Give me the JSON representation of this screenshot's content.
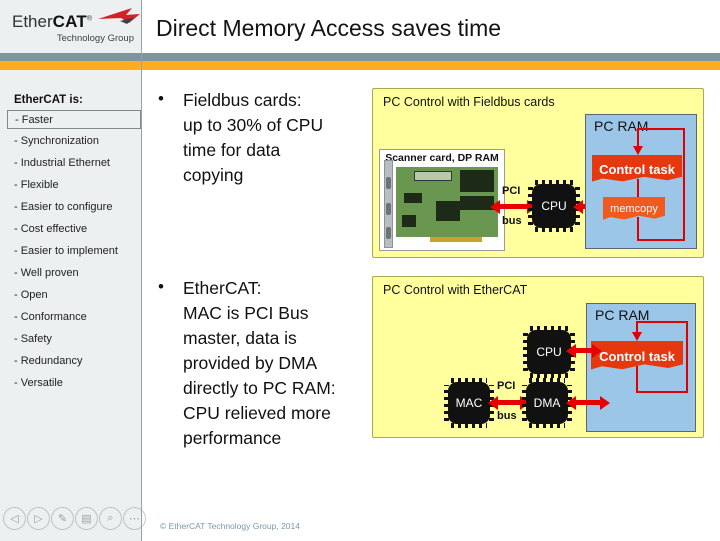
{
  "header": {
    "logo": {
      "brand_prefix": "Ether",
      "brand_suffix": "CAT",
      "registered": "®",
      "tagline": "Technology Group"
    },
    "title": "Direct Memory Access saves time"
  },
  "sidebar": {
    "heading": "EtherCAT is:",
    "items": [
      {
        "label": "- Faster",
        "active": true
      },
      {
        "label": "- Synchronization",
        "active": false
      },
      {
        "label": "- Industrial Ethernet",
        "active": false
      },
      {
        "label": "- Flexible",
        "active": false
      },
      {
        "label": "- Easier to configure",
        "active": false
      },
      {
        "label": "- Cost effective",
        "active": false
      },
      {
        "label": "- Easier to implement",
        "active": false
      },
      {
        "label": "- Well proven",
        "active": false
      },
      {
        "label": "- Open",
        "active": false
      },
      {
        "label": "- Conformance",
        "active": false
      },
      {
        "label": "- Safety",
        "active": false
      },
      {
        "label": "- Redundancy",
        "active": false
      },
      {
        "label": "- Versatile",
        "active": false
      }
    ]
  },
  "content": {
    "bullet_char": "•",
    "bullets": [
      {
        "text": "Fieldbus cards:\nup to 30% of CPU\ntime for data\ncopying"
      },
      {
        "text": "EtherCAT:\nMAC is PCI Bus\nmaster, data is\nprovided by DMA\ndirectly to PC RAM:\nCPU relieved more\nperformance"
      }
    ]
  },
  "diagram_fieldbus": {
    "title": "PC Control with Fieldbus cards",
    "scanner_caption": "Scanner card, DP RAM",
    "pci_label": "PCI",
    "bus_label": "bus",
    "cpu_label": "CPU",
    "ram_label": "PC RAM",
    "control_task_label": "Control task",
    "memcopy_label": "memcopy"
  },
  "diagram_ethercat": {
    "title": "PC Control with EtherCAT",
    "cpu_label": "CPU",
    "mac_label": "MAC",
    "dma_label": "DMA",
    "pci_label": "PCI",
    "bus_label": "bus",
    "ram_label": "PC RAM",
    "control_task_label": "Control task"
  },
  "viewer_toolbar": {
    "icons": [
      {
        "name": "previous-slide",
        "glyph": "◁"
      },
      {
        "name": "next-slide",
        "glyph": "▷"
      },
      {
        "name": "annotate-pen",
        "glyph": "✎"
      },
      {
        "name": "print",
        "glyph": "▤"
      },
      {
        "name": "zoom-search",
        "glyph": "⌕"
      },
      {
        "name": "more-options",
        "glyph": "⋯"
      }
    ]
  },
  "footer": {
    "copyright": "© EtherCAT Technology Group, 2014"
  },
  "colors": {
    "accent_orange": "#ffad1f",
    "accent_gray_blue": "#7e95a0",
    "diagram_bg": "#ffff9e",
    "ram_bg": "#9cc6e8",
    "control_task_red": "#e6380f",
    "memcopy_orange": "#f05a1e",
    "arrow_red": "#e60000"
  }
}
